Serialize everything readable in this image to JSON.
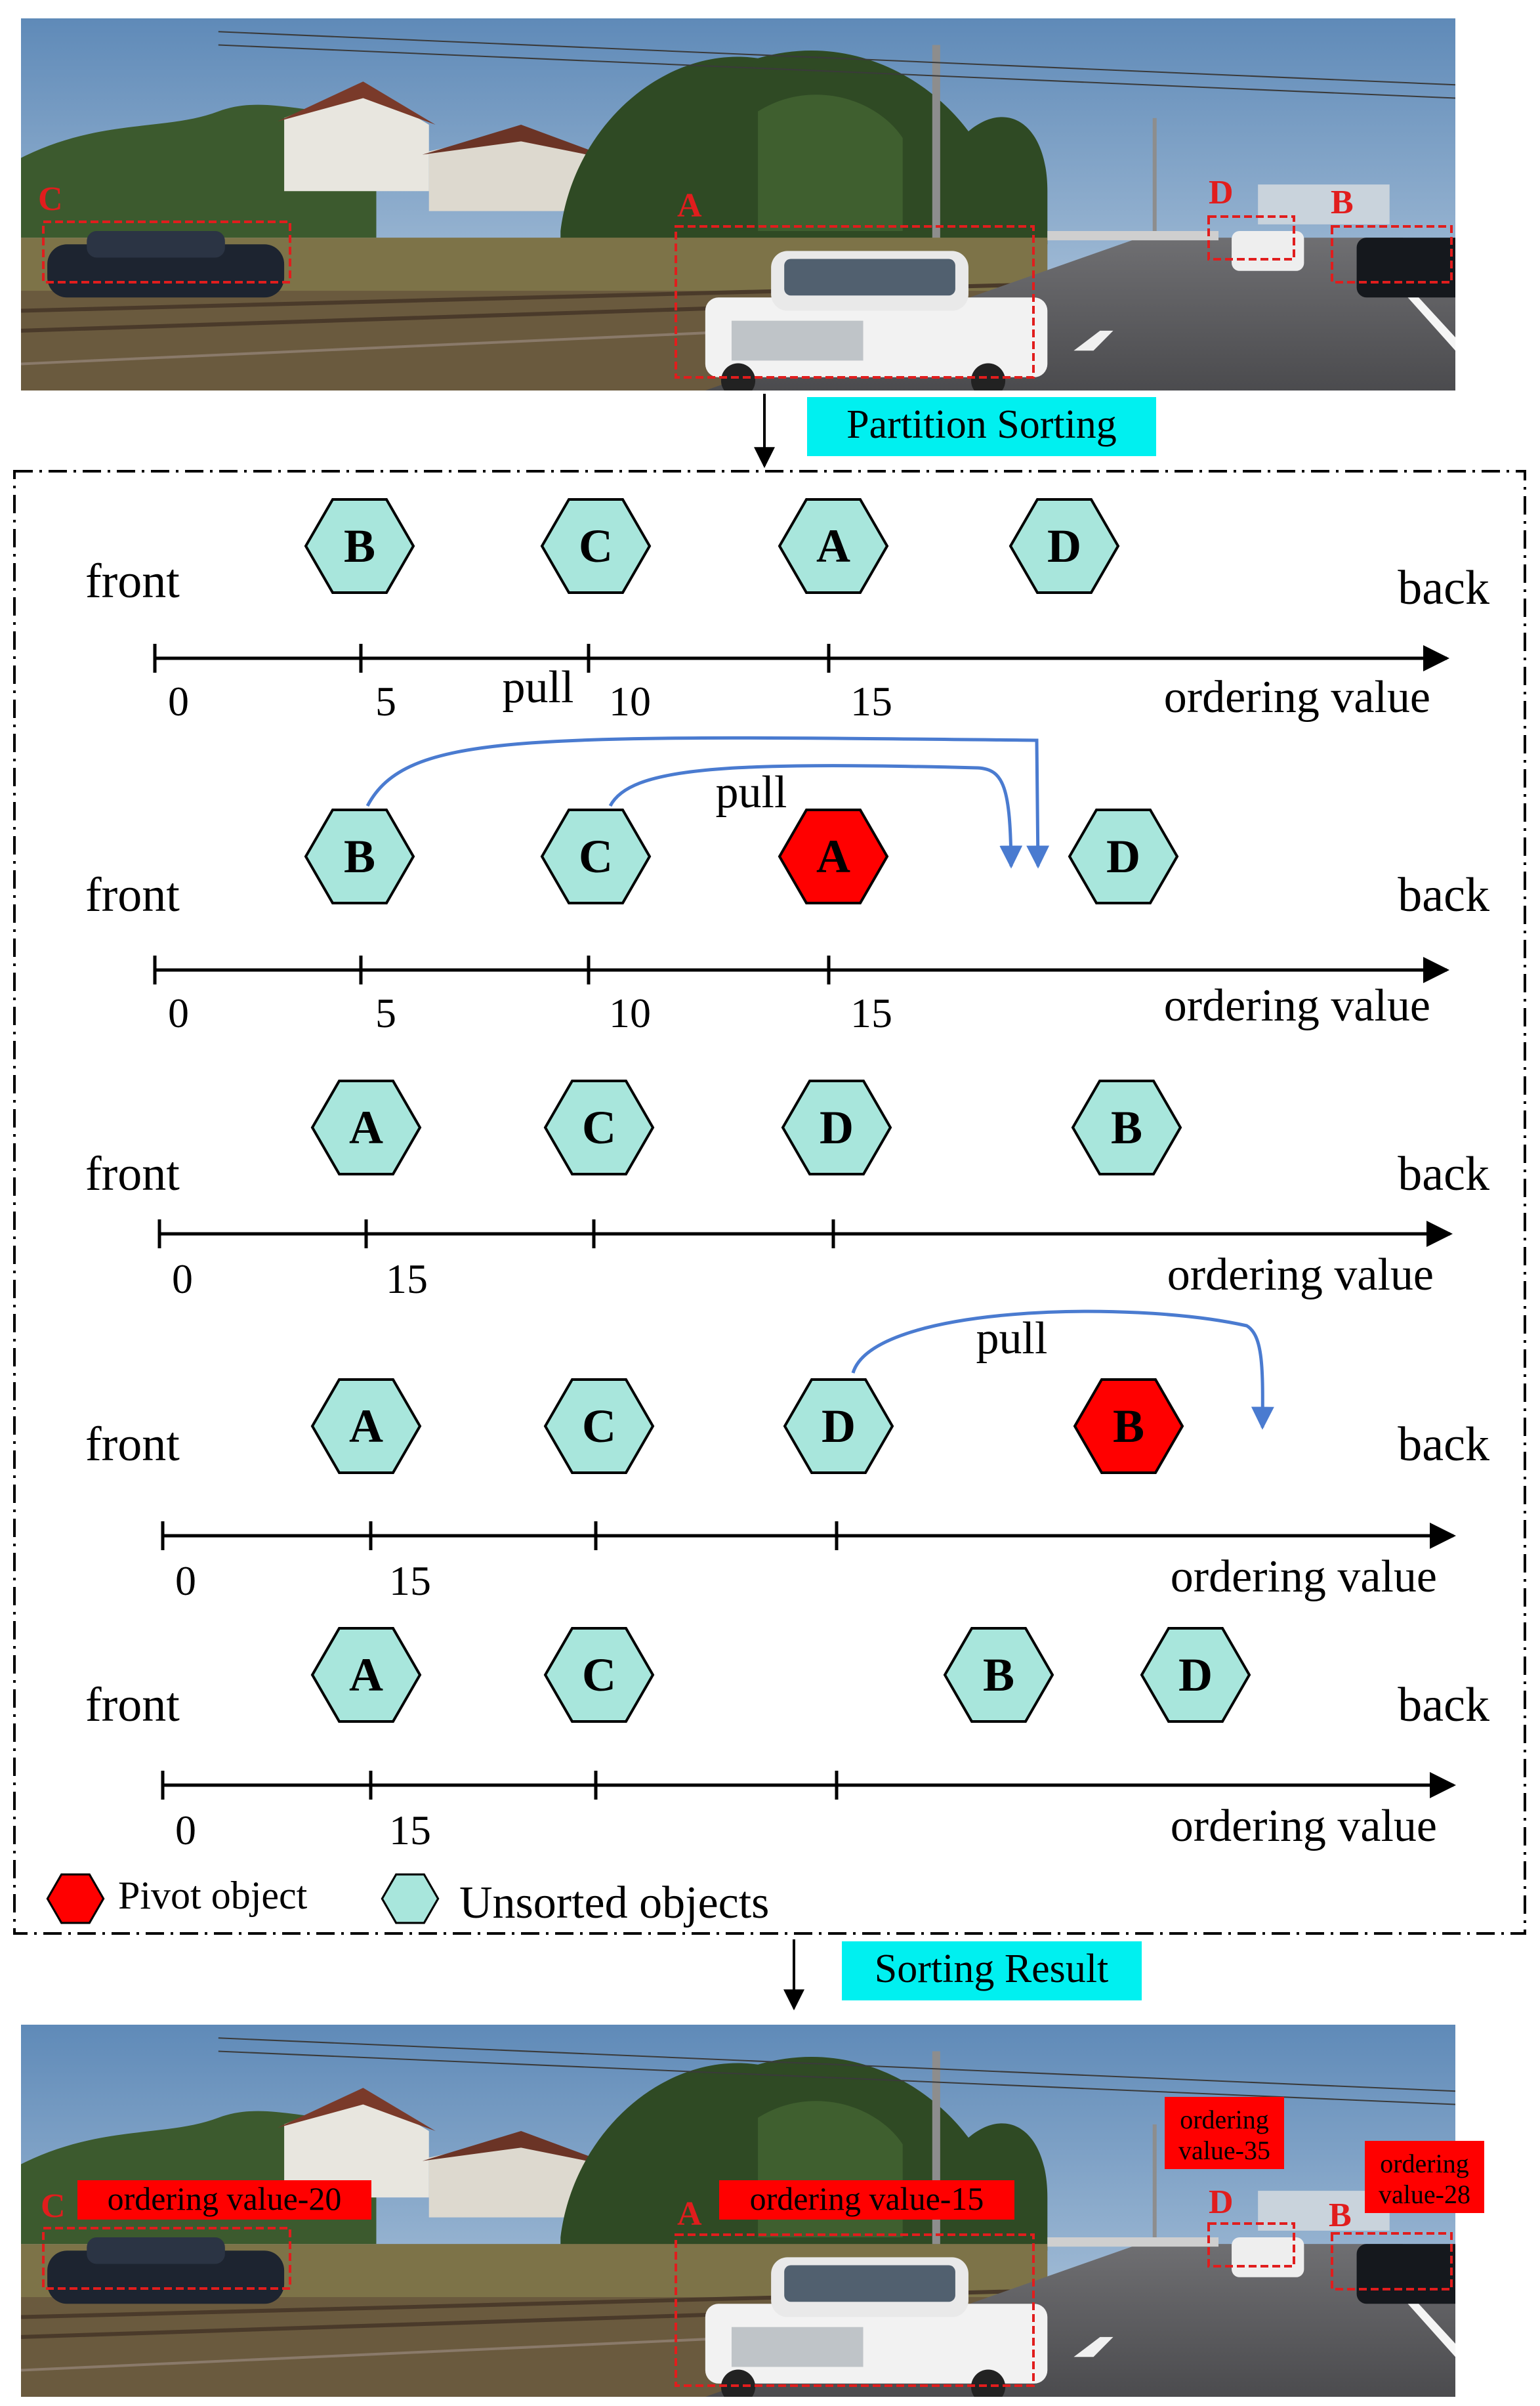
{
  "top_photo": {
    "labels": [
      {
        "letter": "C",
        "color": "#e11d1d"
      },
      {
        "letter": "A",
        "color": "#e11d1d"
      },
      {
        "letter": "D",
        "color": "#e11d1d"
      },
      {
        "letter": "B",
        "color": "#e11d1d"
      }
    ]
  },
  "partition_label": "Partition Sorting",
  "sorting_result_label": "Sorting Result",
  "axis": {
    "front": "front",
    "back": "back",
    "ordering_value": "ordering value"
  },
  "rows": [
    {
      "hexes": [
        {
          "letter": "B",
          "type": "unsorted"
        },
        {
          "letter": "C",
          "type": "unsorted"
        },
        {
          "letter": "A",
          "type": "unsorted"
        },
        {
          "letter": "D",
          "type": "unsorted"
        }
      ],
      "ticks": [
        "0",
        "5",
        "10",
        "15"
      ],
      "extra_text": "pull"
    },
    {
      "hexes": [
        {
          "letter": "B",
          "type": "unsorted"
        },
        {
          "letter": "C",
          "type": "unsorted"
        },
        {
          "letter": "A",
          "type": "pivot"
        },
        {
          "letter": "D",
          "type": "unsorted"
        }
      ],
      "ticks": [
        "0",
        "5",
        "10",
        "15"
      ],
      "pull_label": "pull"
    },
    {
      "hexes": [
        {
          "letter": "A",
          "type": "unsorted"
        },
        {
          "letter": "C",
          "type": "unsorted"
        },
        {
          "letter": "D",
          "type": "unsorted"
        },
        {
          "letter": "B",
          "type": "unsorted"
        }
      ],
      "ticks": [
        "0",
        "15"
      ]
    },
    {
      "hexes": [
        {
          "letter": "A",
          "type": "unsorted"
        },
        {
          "letter": "C",
          "type": "unsorted"
        },
        {
          "letter": "D",
          "type": "unsorted"
        },
        {
          "letter": "B",
          "type": "pivot"
        }
      ],
      "ticks": [
        "0",
        "15"
      ],
      "pull_label": "pull"
    },
    {
      "hexes": [
        {
          "letter": "A",
          "type": "unsorted"
        },
        {
          "letter": "C",
          "type": "unsorted"
        },
        {
          "letter": "B",
          "type": "unsorted"
        },
        {
          "letter": "D",
          "type": "unsorted"
        }
      ],
      "ticks": [
        "0",
        "15"
      ]
    }
  ],
  "legend": {
    "pivot": "Pivot object",
    "unsorted": "Unsorted objects"
  },
  "colors": {
    "pivot": "#ff0000",
    "unsorted": "#a8e6dc",
    "arrow": "#4a7bd0",
    "banner": "#00f0f0",
    "box": "#e11d1d"
  },
  "bottom_photo": {
    "labels": [
      {
        "letter": "C",
        "tag": "ordering value-20"
      },
      {
        "letter": "A",
        "tag": "ordering value-15"
      },
      {
        "letter": "D",
        "tag_line1": "ordering",
        "tag_line2": "value-35"
      },
      {
        "letter": "B",
        "tag_line1": "ordering",
        "tag_line2": "value-28"
      }
    ]
  }
}
